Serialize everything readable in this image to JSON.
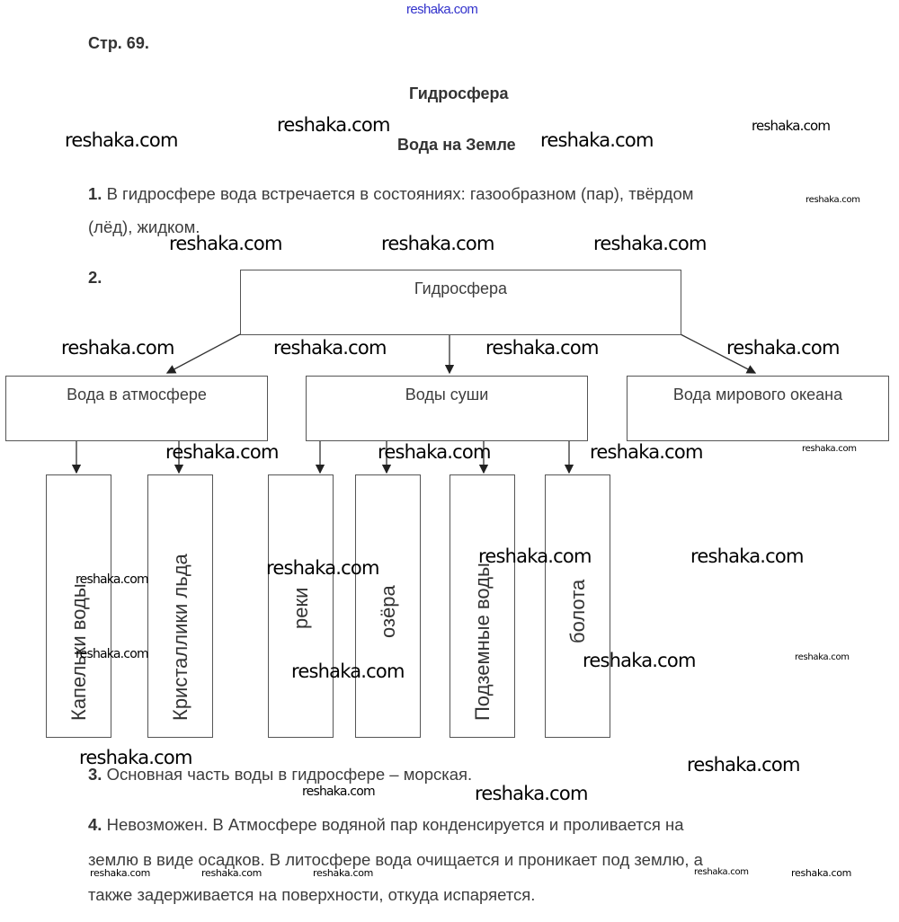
{
  "watermark": "reshaka.com",
  "page_label": "Стр. 69.",
  "title": "Гидросфера",
  "subtitle": "Вода на Земле",
  "q1": {
    "num": "1.",
    "line1": "В гидросфере вода встречается в состояниях: газообразном (пар), твёрдом",
    "line2": "(лёд), жидком."
  },
  "q2": {
    "num": "2."
  },
  "diagram": {
    "root": "Гидросфера",
    "level2": [
      "Вода в атмосфере",
      "Воды суши",
      "Вода мирового океана"
    ],
    "level3": [
      "Капельки воды",
      "Кристаллики льда",
      "реки",
      "озёра",
      "Подземные воды",
      "болота"
    ]
  },
  "q3": {
    "num": "3.",
    "text": "Основная часть воды в гидросфере – морская."
  },
  "q4": {
    "num": "4.",
    "line1": "Невозможен. В Атмосфере водяной пар конденсируется и проливается на",
    "line2": "землю в виде осадков. В литосфере вода очищается и проникает под землю, а",
    "line3": "также задерживается на поверхности, откуда испаряется."
  }
}
